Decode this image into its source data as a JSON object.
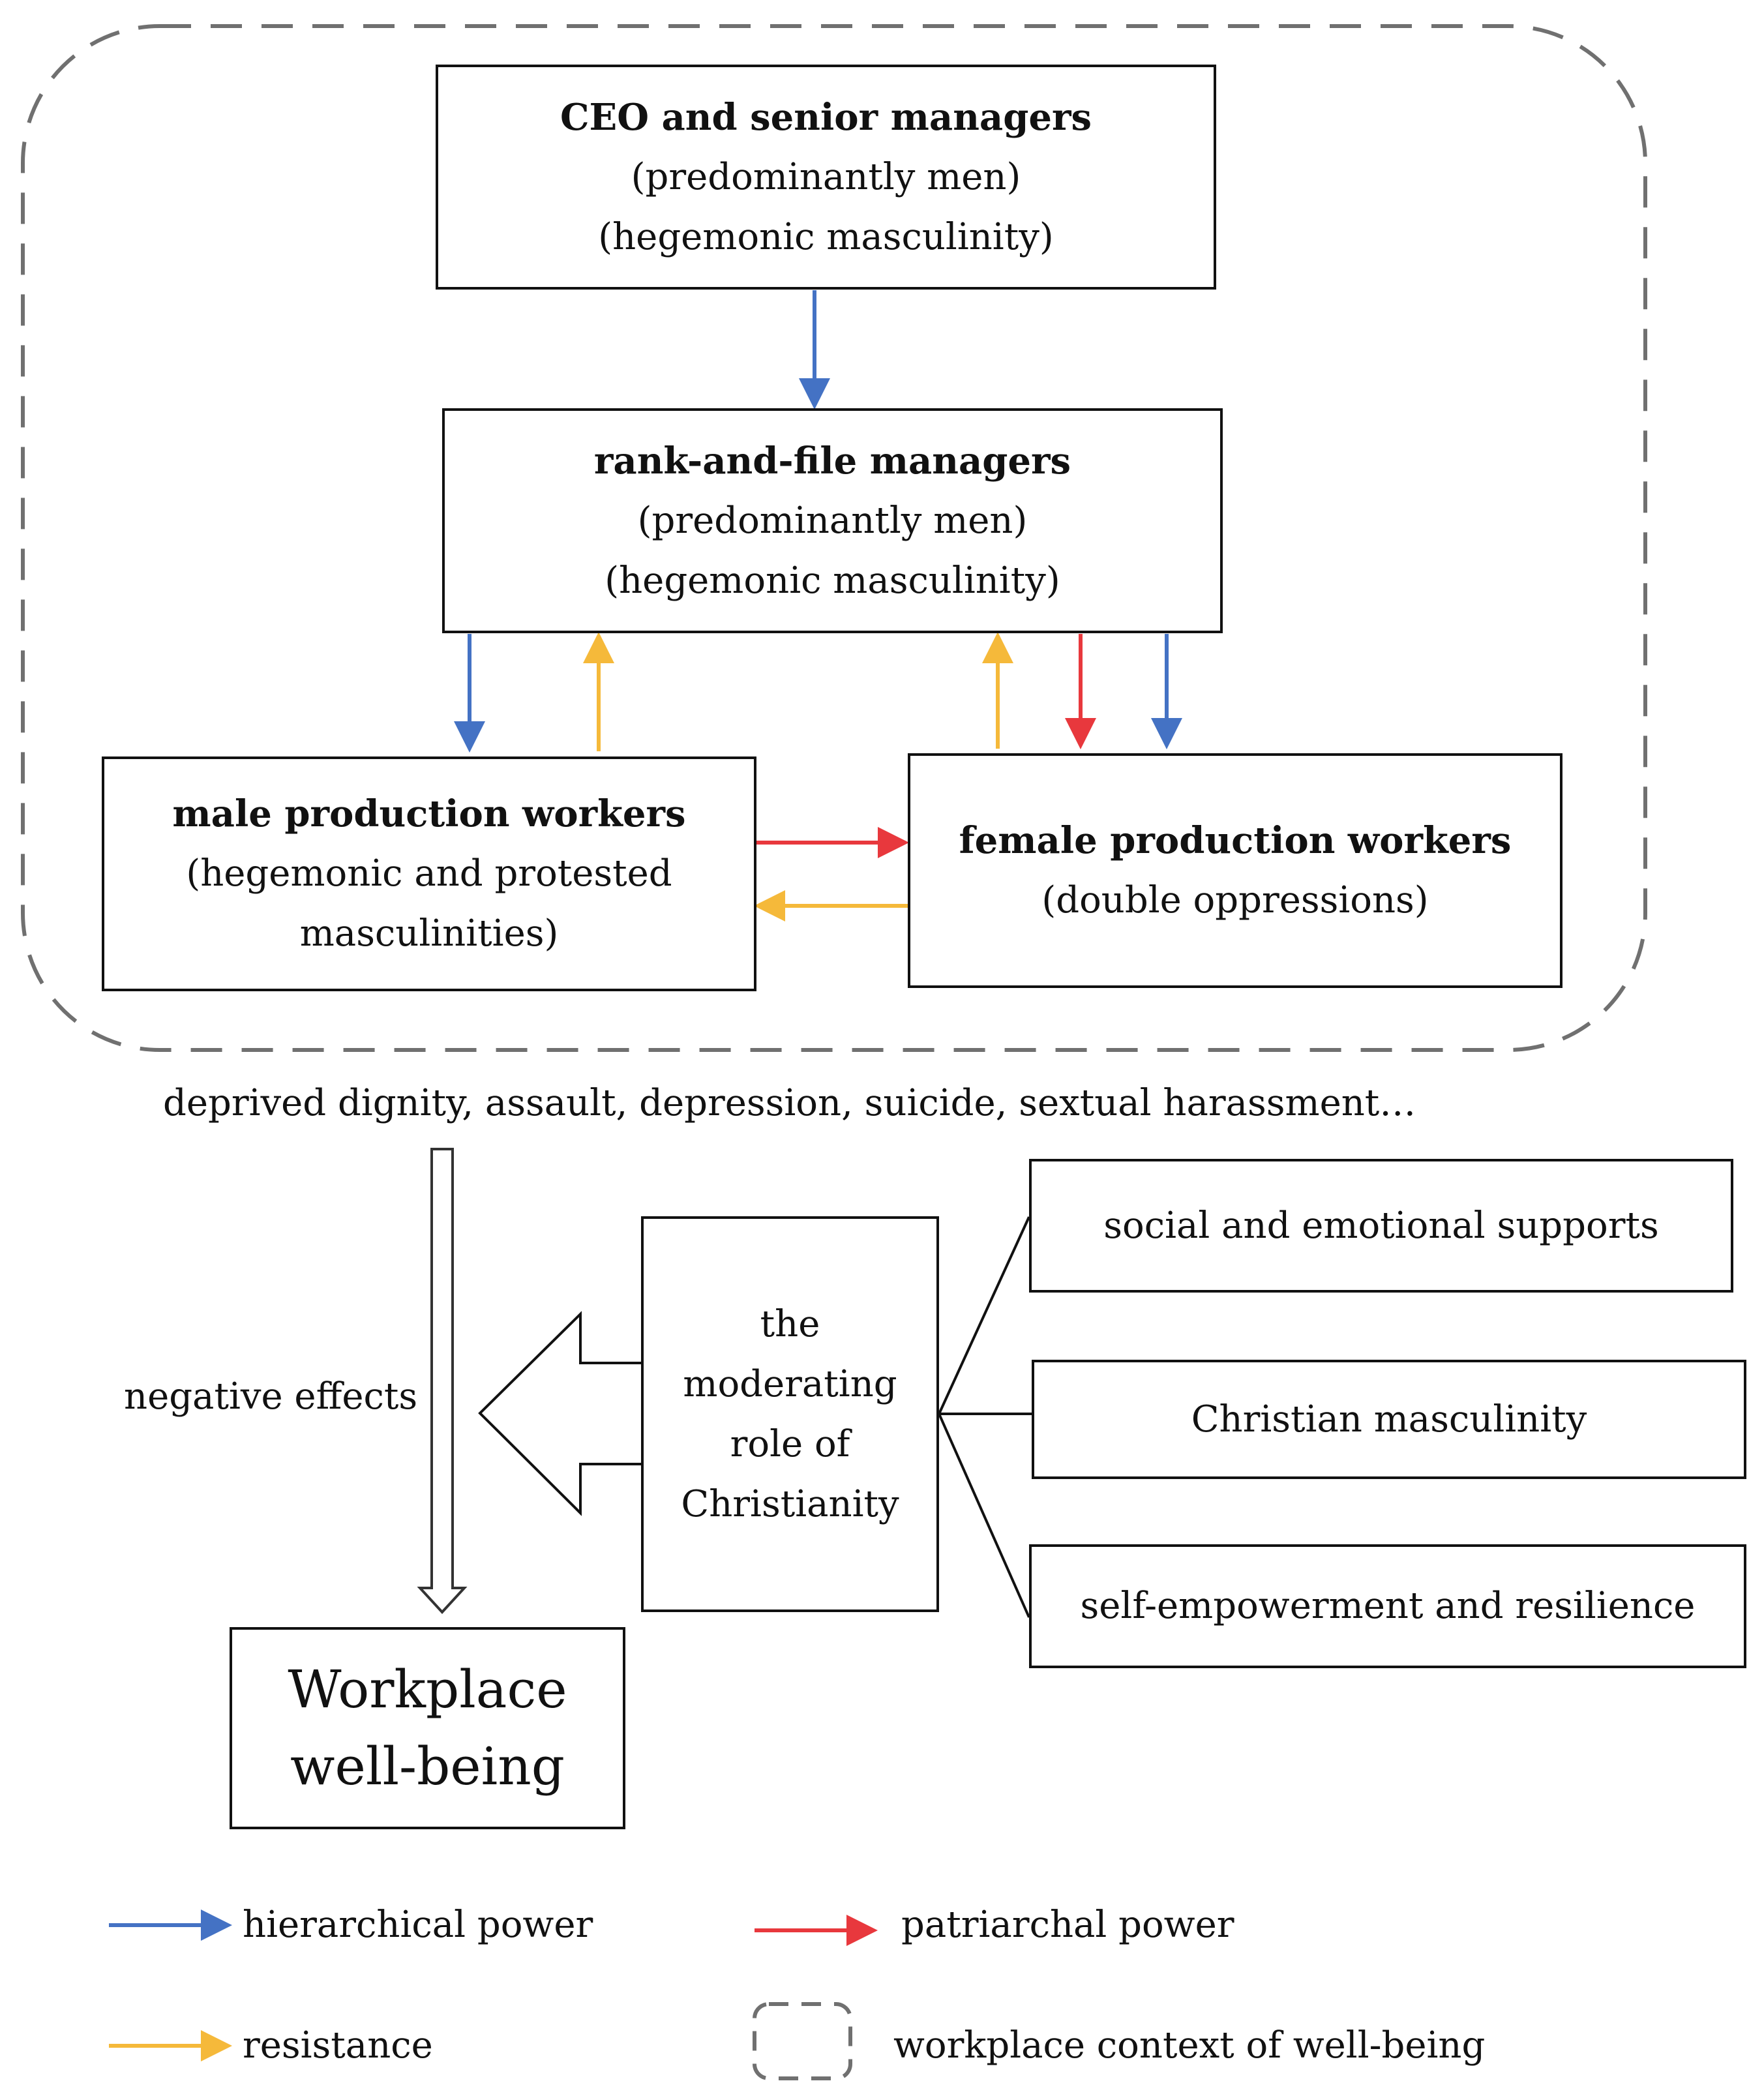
{
  "nodes": {
    "ceo": {
      "title": "CEO and senior managers",
      "line2": "(predominantly men)",
      "line3": "(hegemonic masculinity)"
    },
    "rank": {
      "title": "rank-and-file managers",
      "line2": "(predominantly men)",
      "line3": "(hegemonic masculinity)"
    },
    "male": {
      "title": "male production workers",
      "line2": "(hegemonic and protested",
      "line3": "masculinities)"
    },
    "female": {
      "title": "female production workers",
      "line2": "(double oppressions)"
    },
    "wellbeing": {
      "line1": "Workplace",
      "line2": "well-being"
    },
    "christianity": {
      "line1": "the",
      "line2": "moderating",
      "line3": "role of",
      "line4": "Christianity"
    },
    "supports": "social and emotional supports",
    "christian_masculinity": "Christian masculinity",
    "resilience": "self-empowerment and resilience"
  },
  "effects_text": "deprived dignity, assault, depression, suicide, sextual harassment…",
  "negative_effects": "negative effects",
  "legend": {
    "hierarchical": "hierarchical power",
    "patriarchal": "patriarchal power",
    "resistance": "resistance",
    "context": "workplace context of well-being"
  },
  "colors": {
    "hierarchical": "#4472c4",
    "patriarchal": "#e8383d",
    "resistance": "#f5b93a",
    "context": "#707070"
  }
}
